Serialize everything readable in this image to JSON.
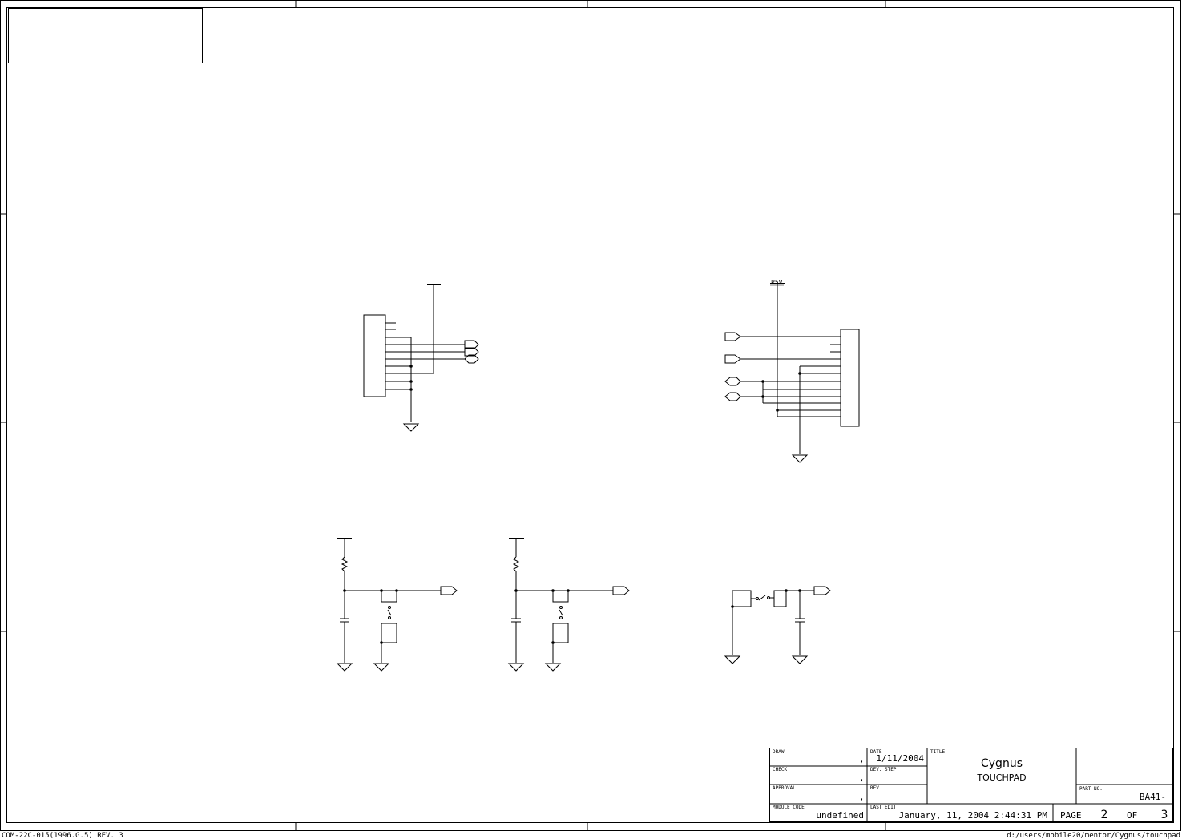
{
  "schematic": {
    "net_p5v": "P5V"
  },
  "title_block": {
    "draw_label": "DRAW",
    "draw_value": ",",
    "check_label": "CHECK",
    "check_value": ",",
    "approval_label": "APPROVAL",
    "approval_value": ",",
    "module_code_label": "MODULE CODE",
    "module_code_value": "undefined",
    "date_label": "DATE",
    "date_value": "1/11/2004",
    "dev_step_label": "DEV. STEP",
    "rev_label": "REV",
    "last_edit_label": "LAST EDIT",
    "last_edit_value": "January, 11, 2004  2:44:31 PM",
    "title_label": "TITLE",
    "title_main": "Cygnus",
    "title_sub": "TOUCHPAD",
    "part_no_label": "PART NO.",
    "part_no_value": "BA41-",
    "page_label": "PAGE",
    "page_number": "2",
    "of_label": "OF",
    "page_total": "3"
  },
  "footer": {
    "form_code": "COM-22C-015(1996.G.5) REV. 3",
    "file_path": "d:/users/mobile20/mentor/Cygnus/touchpad"
  }
}
